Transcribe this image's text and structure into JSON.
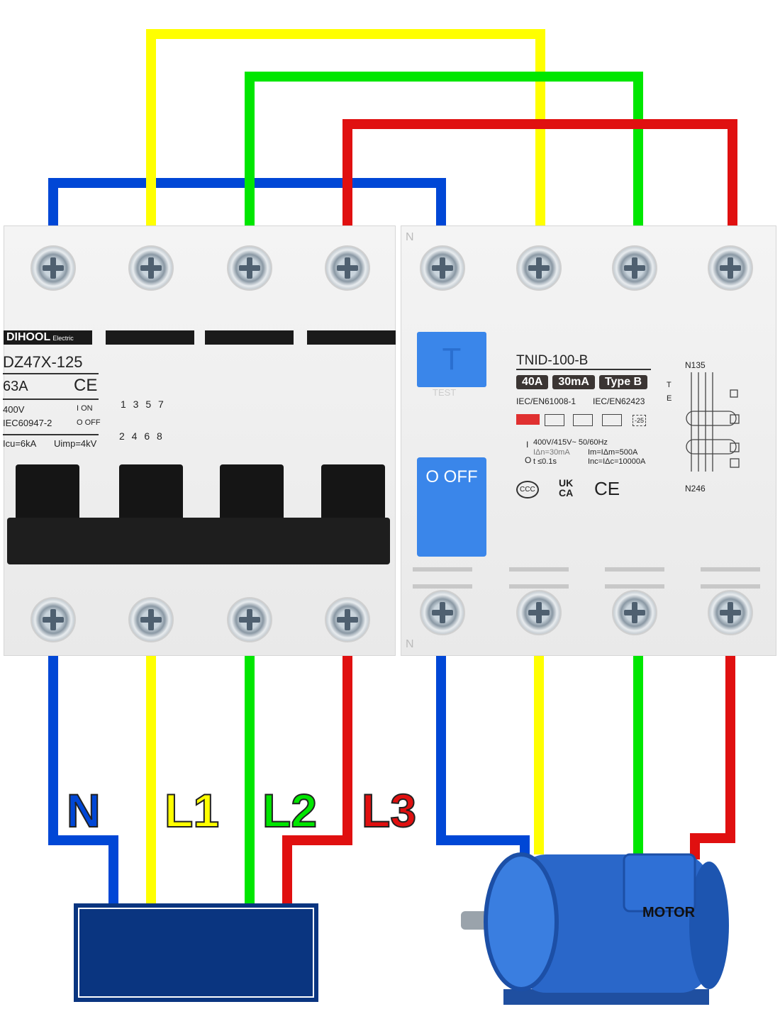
{
  "colors": {
    "neutral": "#0047d6",
    "l1": "#ffff00",
    "l2": "#00e600",
    "l3": "#e01010",
    "supply_box": "#0a3580",
    "motor": "#2a67c9",
    "test_button": "#3a86ea"
  },
  "mcb": {
    "brand": "DIHOOL",
    "brand_suffix": "Electric",
    "model": "DZ47X-125",
    "rating": "63A",
    "ce": "CE",
    "voltage": "400V",
    "standard": "IEC60947-2",
    "on": "I ON",
    "off": "O OFF",
    "icu": "Icu=6kA",
    "uimp": "Uimp=4kV",
    "poles_top": "1 3 5 7",
    "poles_bottom": "2 4 6 8"
  },
  "rcd": {
    "model": "TNID-100-B",
    "badges": [
      "40A",
      "30mA",
      "Type B"
    ],
    "std1": "IEC/EN61008-1",
    "std2": "IEC/EN62423",
    "temp": "-25",
    "voltage": "400V/415V~ 50/60Hz",
    "idn": "IΔn=30mA",
    "im": "Im=IΔm=500A",
    "t": "t ≤0.1s",
    "inc": "Inc=IΔc=10000A",
    "io_i": "I",
    "io_o": "O",
    "marks": [
      "CCC",
      "UK CA",
      "CE"
    ],
    "top_terms": "N135",
    "bottom_terms": "N246",
    "test_label": "T",
    "test_text": "TEST",
    "off_label": "O OFF",
    "n_mark": "N",
    "diag_t": "T",
    "diag_e": "E"
  },
  "labels": {
    "n": "N",
    "l1": "L1",
    "l2": "L2",
    "l3": "L3"
  },
  "motor": {
    "label": "MOTOR"
  }
}
